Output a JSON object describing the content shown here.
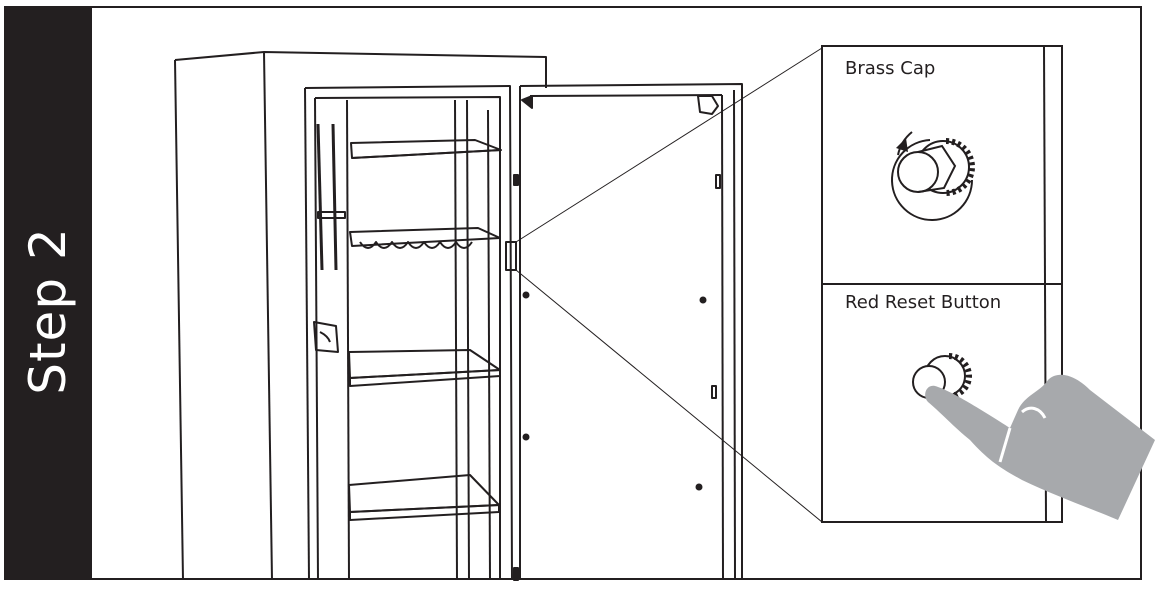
{
  "step": {
    "label": "Step 2"
  },
  "callouts": {
    "top": {
      "label": "Brass Cap"
    },
    "bottom": {
      "label": "Red Reset Button"
    }
  },
  "colors": {
    "ink": "#231f20",
    "hand": "#a7a9ac",
    "background": "#ffffff"
  },
  "icons": [
    "rotate-arrow-icon",
    "pointing-hand-icon"
  ]
}
